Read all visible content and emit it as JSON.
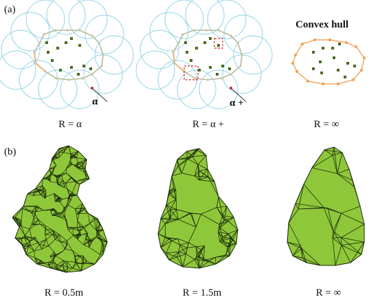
{
  "panel_a": {
    "label": "(a)",
    "captions": [
      "R = α",
      "R = α +",
      "R = ∞"
    ],
    "alpha_labels": [
      "α",
      "α +"
    ],
    "hull_title": "Convex hull"
  },
  "panel_b": {
    "label": "(b)",
    "captions": [
      "R = 0.5m",
      "R = 1.5m",
      "R = ∞"
    ]
  },
  "colors": {
    "circle": "#8fd3e6",
    "hull": "#f2a45c",
    "hull_point": "#f2a45c",
    "concave_edge": "#b8b89a",
    "inner_point": "#4a6b1c",
    "alpha_point": "#d62828",
    "highlight_box": "#d62828",
    "mesh_fill": "#8fc73a",
    "mesh_edge": "#1a2a0a"
  }
}
